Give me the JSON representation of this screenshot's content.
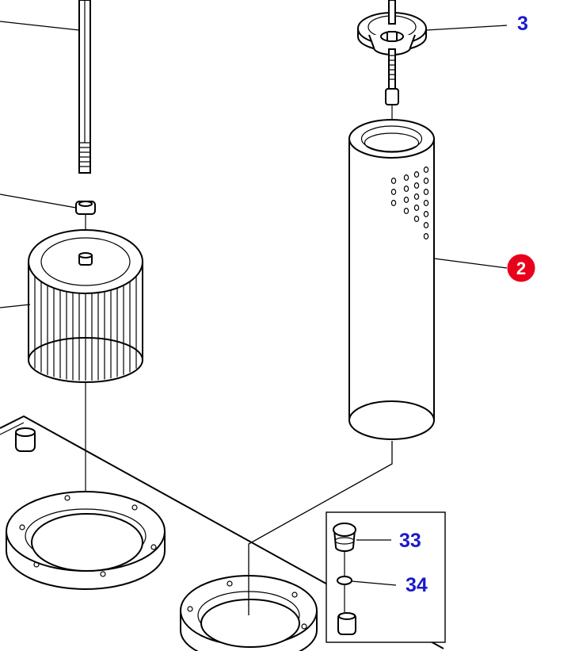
{
  "callouts": [
    {
      "label": "3",
      "style": "plain"
    },
    {
      "label": "2",
      "style": "badge"
    },
    {
      "label": "33",
      "style": "plain"
    },
    {
      "label": "34",
      "style": "plain"
    }
  ],
  "colors": {
    "callout_text": "#1a1acc",
    "badge_fill": "#e8001c",
    "line": "#000000",
    "background": "#ffffff"
  }
}
